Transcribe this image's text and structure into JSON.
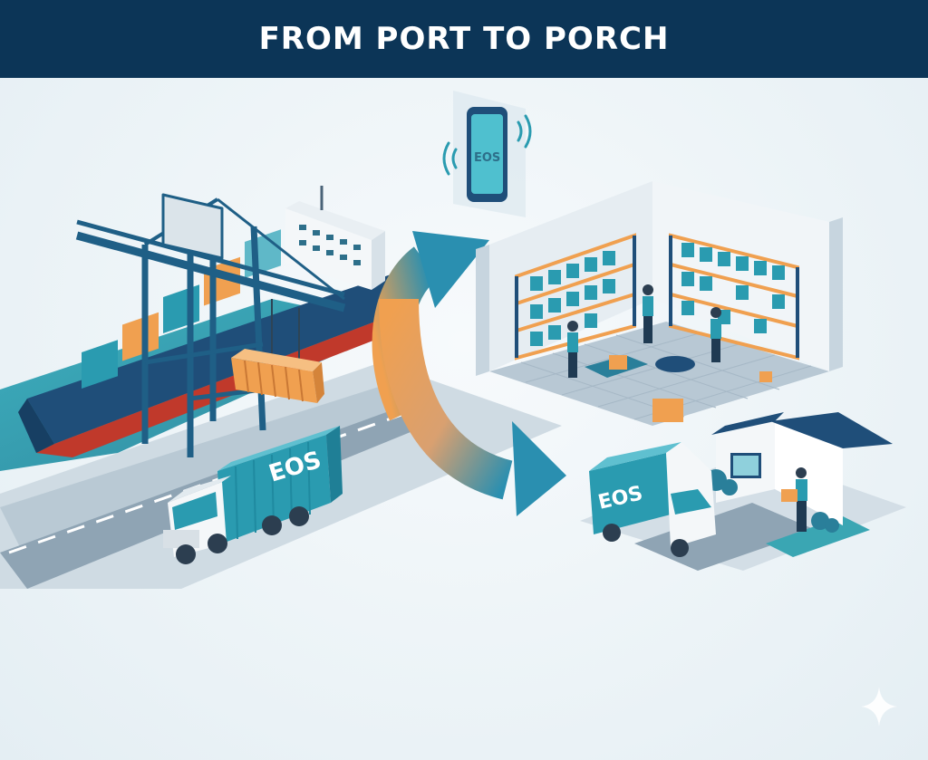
{
  "header": {
    "title": "FROM PORT TO PORCH"
  },
  "brand": {
    "truck_logo": "EOS",
    "van_logo": "EOS",
    "phone_logo": "EOS"
  },
  "colors": {
    "header_bg": "#0c3557",
    "teal": "#2a9bb0",
    "navy": "#1f4e79",
    "orange": "#f0a050",
    "hull_red": "#c0392b"
  },
  "icons": [
    "sparkle-icon",
    "wifi-signal-icon"
  ]
}
